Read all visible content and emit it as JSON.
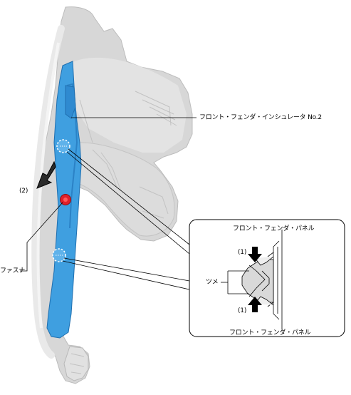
{
  "labels": {
    "insulator": "フロント・フェンダ・インシュレータ No.2",
    "fastener": "ファスナ",
    "step_remove": "(2)",
    "panel_top": "フロント・フェンダ・パネル",
    "panel_bottom": "フロント・フェンダ・パネル",
    "claw": "ツメ",
    "step_press_top": "(1)",
    "step_press_bottom": "(1)"
  },
  "colors": {
    "insulator_blue": "#3f9fe0",
    "fender_gray": "#d7d7d7",
    "fastener_red": "#e0202a",
    "line": "#000000"
  },
  "icons": [
    "removal-arrow-icon",
    "press-arrow-icon",
    "clip-indicator-icon",
    "fastener-icon"
  ]
}
